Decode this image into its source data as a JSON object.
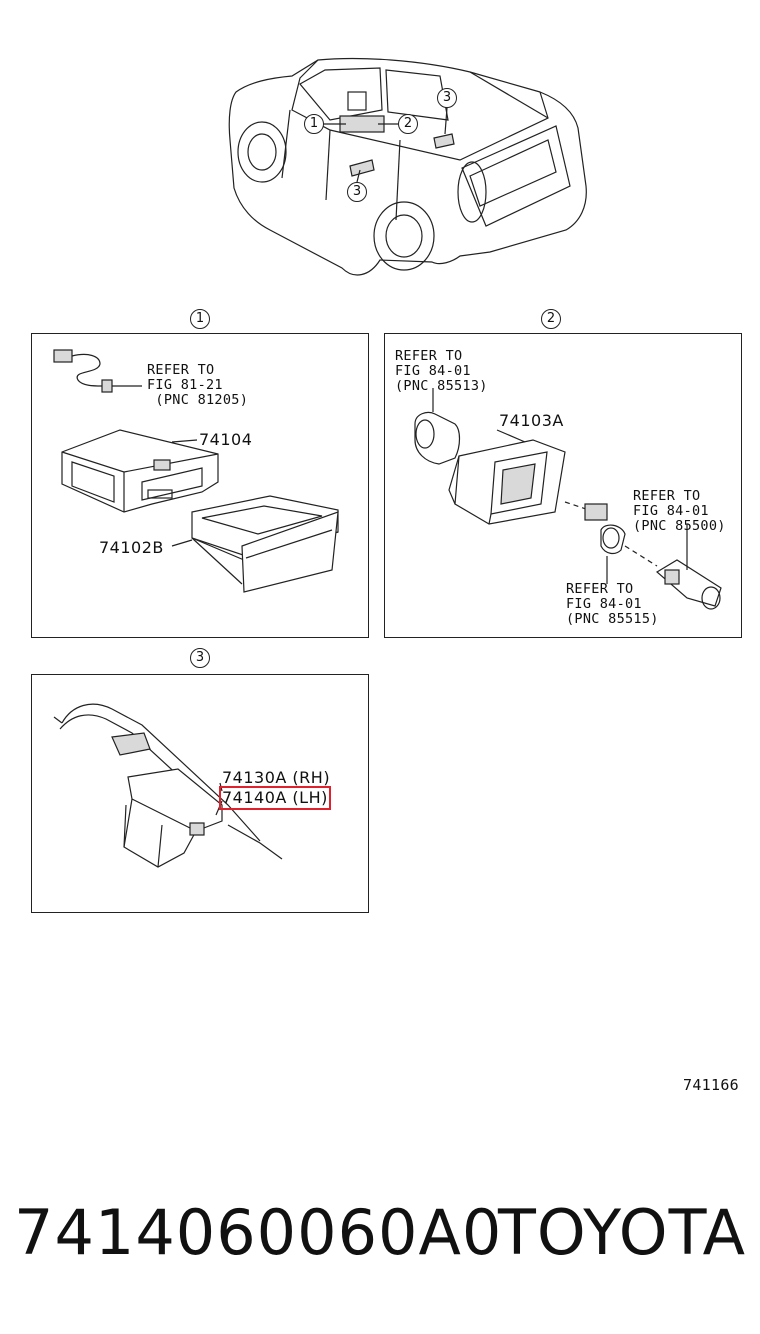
{
  "overview": {
    "callouts": [
      "1",
      "2",
      "3",
      "3"
    ]
  },
  "panels": {
    "p1": {
      "callout": "1",
      "refer": "REFER TO\nFIG 81-21\n (PNC 81205)",
      "parts": [
        "74104",
        "74102B"
      ]
    },
    "p2": {
      "callout": "2",
      "refer_top": "REFER TO\nFIG 84-01\n(PNC 85513)",
      "part": "74103A",
      "refer_right": "REFER TO\nFIG 84-01\n(PNC 85500)",
      "refer_bottom": "REFER TO\nFIG 84-01\n(PNC 85515)"
    },
    "p3": {
      "callout": "3",
      "part_rh": "74130A (RH)",
      "part_lh": "74140A (LH)"
    }
  },
  "figure_code": "741166",
  "footer": {
    "part_number": "7414060060A0",
    "brand": "TOYOTA"
  },
  "colors": {
    "highlight": "#e0202a",
    "line": "#222222"
  }
}
